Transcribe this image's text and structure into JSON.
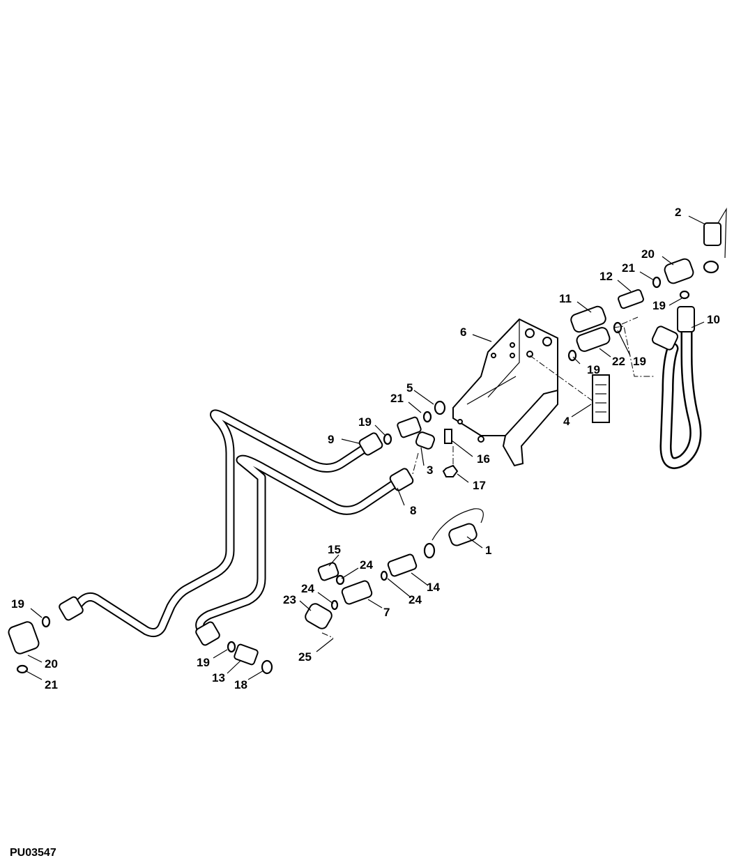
{
  "figure_id": "PU03547",
  "callouts": [
    {
      "id": "c1",
      "text": "1"
    },
    {
      "id": "c2",
      "text": "2"
    },
    {
      "id": "c3",
      "text": "3"
    },
    {
      "id": "c4",
      "text": "4"
    },
    {
      "id": "c5",
      "text": "5"
    },
    {
      "id": "c6",
      "text": "6"
    },
    {
      "id": "c7",
      "text": "7"
    },
    {
      "id": "c8",
      "text": "8"
    },
    {
      "id": "c9",
      "text": "9"
    },
    {
      "id": "c10",
      "text": "10"
    },
    {
      "id": "c11",
      "text": "11"
    },
    {
      "id": "c12",
      "text": "12"
    },
    {
      "id": "c13",
      "text": "13"
    },
    {
      "id": "c14",
      "text": "14"
    },
    {
      "id": "c15",
      "text": "15"
    },
    {
      "id": "c16",
      "text": "16"
    },
    {
      "id": "c17",
      "text": "17"
    },
    {
      "id": "c18",
      "text": "18"
    },
    {
      "id": "c19a",
      "text": "19"
    },
    {
      "id": "c19b",
      "text": "19"
    },
    {
      "id": "c19c",
      "text": "19"
    },
    {
      "id": "c19d",
      "text": "19"
    },
    {
      "id": "c19e",
      "text": "19"
    },
    {
      "id": "c19f",
      "text": "19"
    },
    {
      "id": "c20a",
      "text": "20"
    },
    {
      "id": "c20b",
      "text": "20"
    },
    {
      "id": "c21a",
      "text": "21"
    },
    {
      "id": "c21b",
      "text": "21"
    },
    {
      "id": "c21c",
      "text": "21"
    },
    {
      "id": "c22",
      "text": "22"
    },
    {
      "id": "c23",
      "text": "23"
    },
    {
      "id": "c24a",
      "text": "24"
    },
    {
      "id": "c24b",
      "text": "24"
    },
    {
      "id": "c24c",
      "text": "24"
    },
    {
      "id": "c25",
      "text": "25"
    }
  ]
}
